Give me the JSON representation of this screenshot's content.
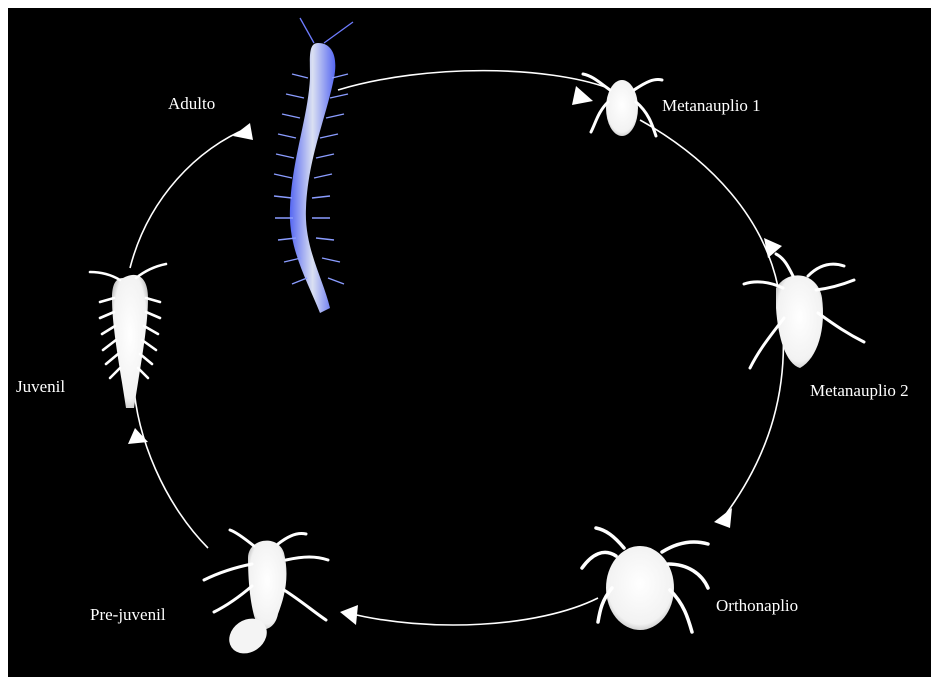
{
  "diagram": {
    "background": "#000000",
    "cycle_color": "#ffffff",
    "specimen_color": "#ffffff",
    "adult_tint": "#8a9cff",
    "stages": [
      {
        "id": "adulto",
        "label": "Adulto"
      },
      {
        "id": "metanauplio-1",
        "label": "Metanauplio 1"
      },
      {
        "id": "metanauplio-2",
        "label": "Metanauplio 2"
      },
      {
        "id": "orthonaplio",
        "label": "Orthonaplio"
      },
      {
        "id": "pre-juvenil",
        "label": "Pre-juvenil"
      },
      {
        "id": "juvenil",
        "label": "Juvenil"
      }
    ]
  }
}
